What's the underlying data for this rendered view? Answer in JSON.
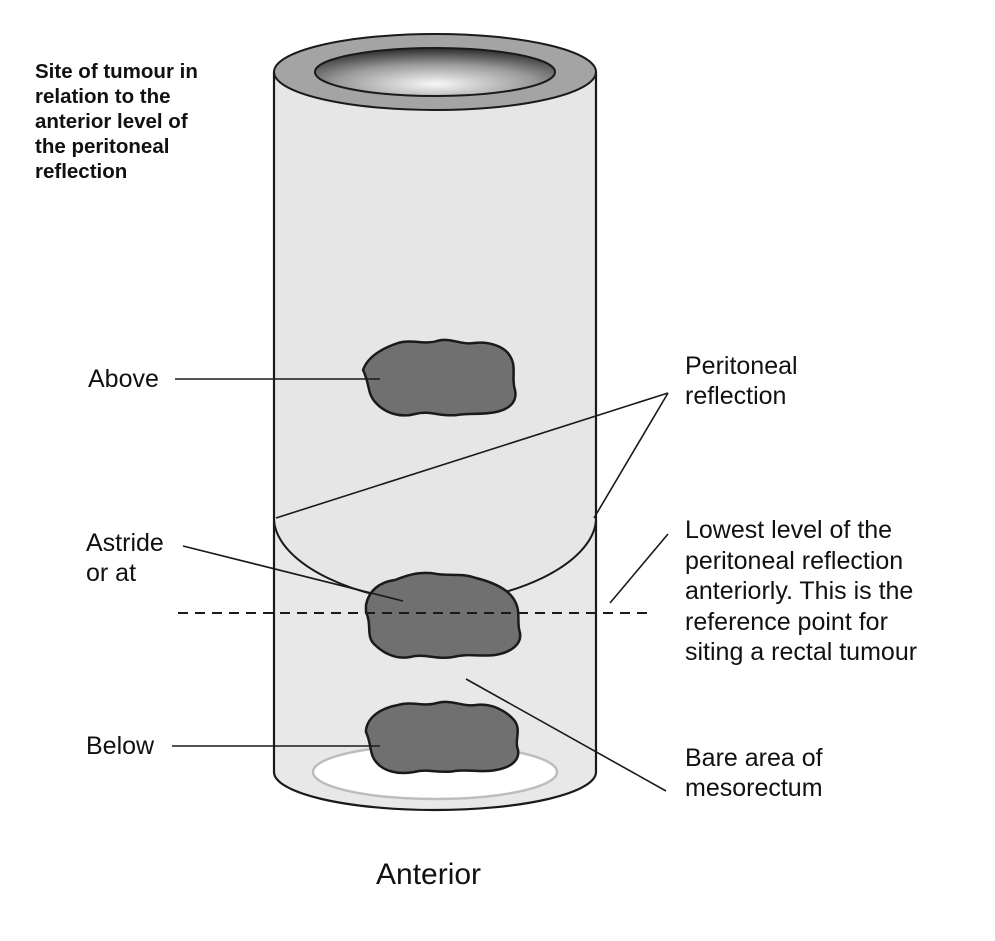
{
  "title": {
    "lines": [
      "Site of tumour in",
      "relation to the",
      "anterior level of",
      "the peritoneal",
      "reflection"
    ]
  },
  "labels": {
    "above": "Above",
    "astride": [
      "Astride",
      "or at"
    ],
    "below": "Below",
    "peritoneal_reflection": [
      "Peritoneal",
      "reflection"
    ],
    "lowest_level": [
      "Lowest level of the",
      "peritoneal reflection",
      "anteriorly. This is the",
      "reference point for",
      "siting a rectal tumour"
    ],
    "bare_area": [
      "Bare area of",
      "mesorectum"
    ],
    "anterior": "Anterior"
  },
  "colors": {
    "tube_fill": "#e6e6e6",
    "inner_tube": "#ffffff",
    "tumour_fill": "#707070",
    "rim": "#a4a4a4",
    "outline": "#1a1a1a"
  }
}
